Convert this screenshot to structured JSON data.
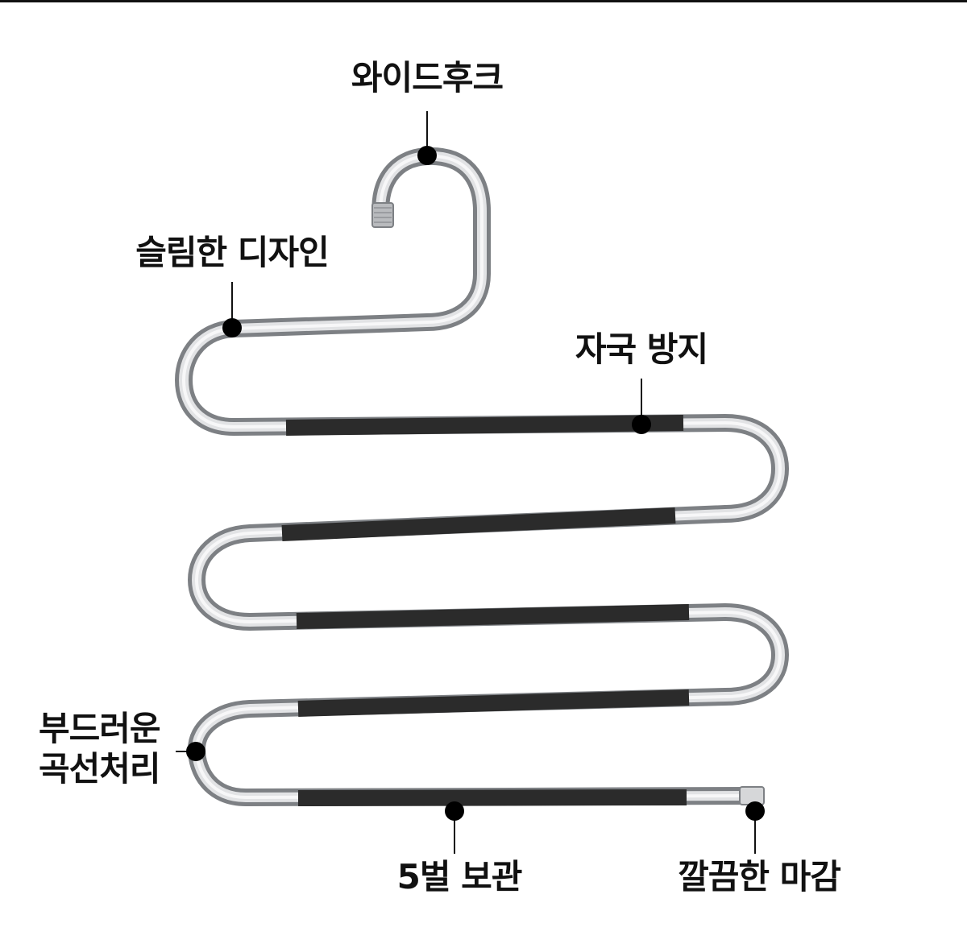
{
  "colors": {
    "background": "#ffffff",
    "metal": "#c7c9cc",
    "metal_dark": "#8f9296",
    "rubber": "#2b2b2b",
    "marker": "#000000",
    "text": "#111111"
  },
  "callouts": {
    "wide_hook": "와이드후크",
    "slim_design": "슬림한 디자인",
    "mark_prevention": "자국 방지",
    "smooth_curve_line1": "부드러운",
    "smooth_curve_line2": "곡선처리",
    "five_tier_storage": "5벌 보관",
    "clean_finish": "깔끔한 마감"
  }
}
